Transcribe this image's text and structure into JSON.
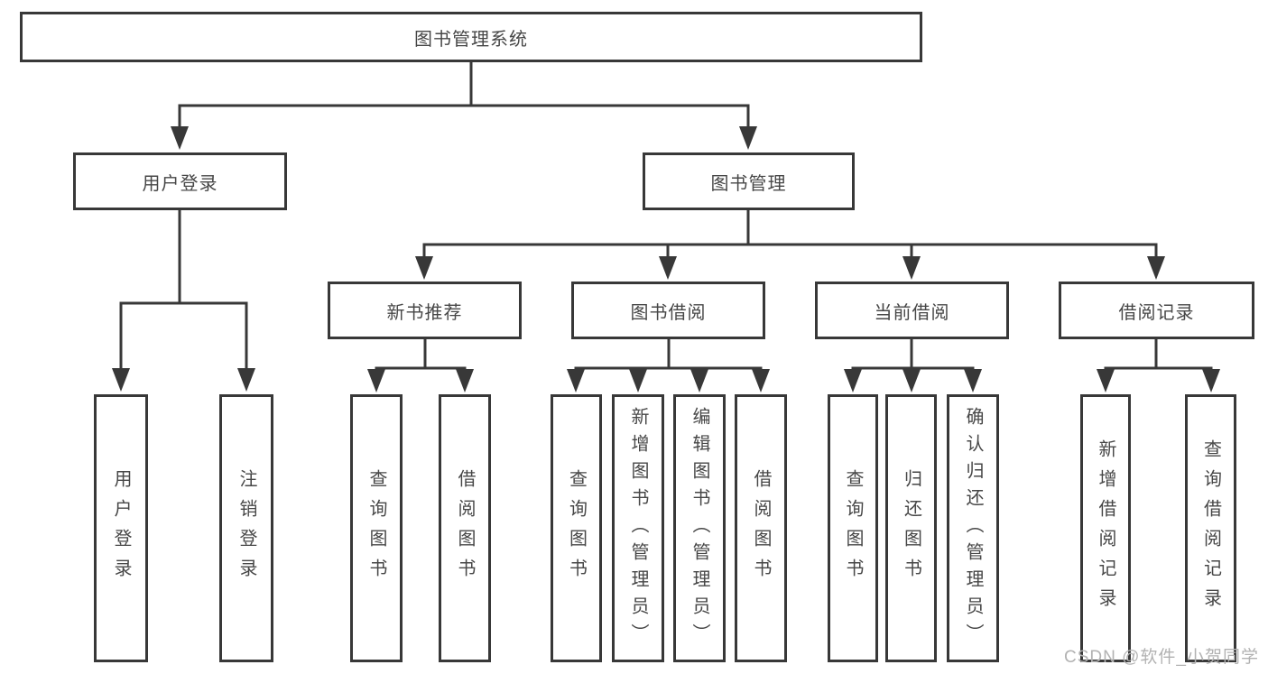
{
  "diagram": {
    "root": {
      "label": "图书管理系统"
    },
    "branches": [
      {
        "label": "用户登录",
        "children": [
          {
            "label": "用户登录"
          },
          {
            "label": "注销登录"
          }
        ]
      },
      {
        "label": "图书管理",
        "children": [
          {
            "label": "新书推荐",
            "children": [
              {
                "label": "查询图书"
              },
              {
                "label": "借阅图书"
              }
            ]
          },
          {
            "label": "图书借阅",
            "children": [
              {
                "label": "查询图书"
              },
              {
                "label": "新增图书（管理员）"
              },
              {
                "label": "编辑图书（管理员）"
              },
              {
                "label": "借阅图书"
              }
            ]
          },
          {
            "label": "当前借阅",
            "children": [
              {
                "label": "查询图书"
              },
              {
                "label": "归还图书"
              },
              {
                "label": "确认归还（管理员）"
              }
            ]
          },
          {
            "label": "借阅记录",
            "children": [
              {
                "label": "新增借阅记录"
              },
              {
                "label": "查询借阅记录"
              }
            ]
          }
        ]
      }
    ]
  },
  "watermark": {
    "text": "CSDN @软件_小贺同学"
  },
  "colors": {
    "line": "#383838",
    "box_border": "#383838",
    "text": "#474747",
    "background": "#ffffff",
    "watermark": "#b2b2b2"
  }
}
